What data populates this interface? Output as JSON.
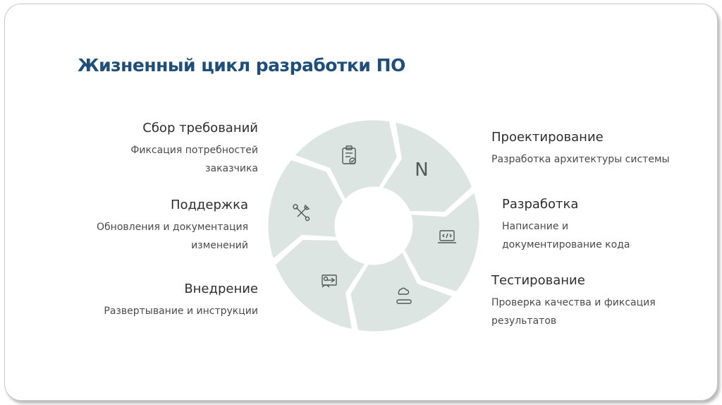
{
  "title": "Жизненный цикл разработки ПО",
  "stages": [
    {
      "name": "Сбор требований",
      "desc_lines": [
        "Фиксация потребностей",
        "заказчика"
      ],
      "icon": "clipboard-check-icon"
    },
    {
      "name": "Проектирование",
      "desc_lines": [
        "Разработка архитектуры системы"
      ],
      "icon": "n-letter-icon"
    },
    {
      "name": "Разработка",
      "desc_lines": [
        "Написание и",
        "документирование кода"
      ],
      "icon": "laptop-code-icon"
    },
    {
      "name": "Тестирование",
      "desc_lines": [
        "Проверка качества и фиксация",
        "результатов"
      ],
      "icon": "cloud-device-icon"
    },
    {
      "name": "Внедрение",
      "desc_lines": [
        "Развертывание и инструкции"
      ],
      "icon": "presentation-icon"
    },
    {
      "name": "Поддержка",
      "desc_lines": [
        "Обновления и документация",
        "изменений"
      ],
      "icon": "tools-icon"
    }
  ],
  "icon_glyphs": {
    "design": "N"
  },
  "colors": {
    "title": "#1f4e79",
    "segment": "#dce5e1",
    "segment_stroke": "#ffffff",
    "icon": "#4f5a57"
  }
}
